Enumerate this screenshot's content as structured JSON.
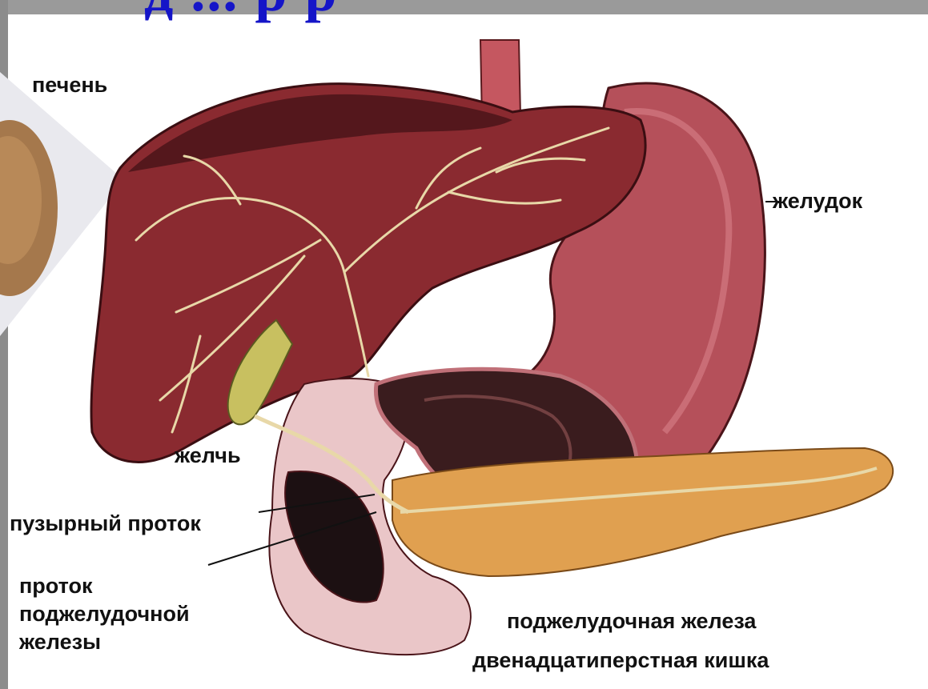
{
  "title_fragment": "д ... р р",
  "labels": {
    "liver": "печень",
    "stomach": "желудок",
    "gallbladder": "желчь",
    "cystic_duct": "пузырный проток",
    "pancreatic_duct": "проток\nподжелудочной\nжелезы",
    "pancreas": "поджелудочная железа",
    "duodenum": "двенадцатиперстная кишка"
  },
  "colors": {
    "title": "#1515c8",
    "liver_dark": "#4a1419",
    "liver": "#8a2a30",
    "stomach": "#b5505a",
    "duct": "#e8d8a8",
    "gallbladder": "#c8c060",
    "pancreas": "#e0a050"
  }
}
